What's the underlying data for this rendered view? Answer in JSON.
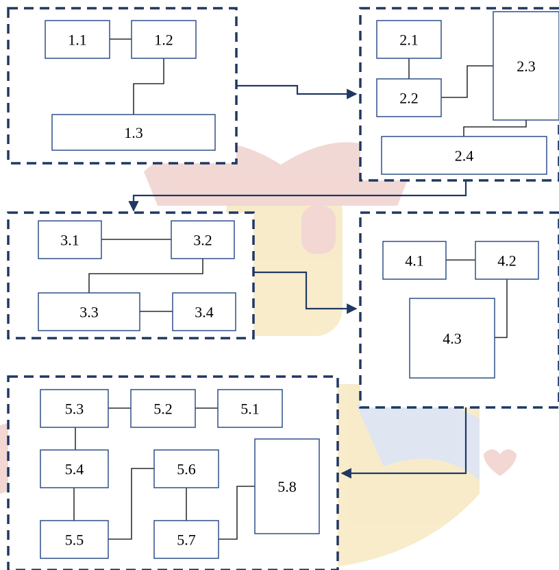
{
  "colors": {
    "panel_border": "#1f3864",
    "connector": "#1f3864",
    "box_border": "#2e4f88",
    "line": "#000000",
    "watermark_red": "#e8b8b0",
    "watermark_gold": "#f2dca0",
    "watermark_blue": "#c6d1e6"
  },
  "watermark": "crest-watermark",
  "groups": [
    {
      "id": "g1",
      "nodes": [
        {
          "id": "n1-1",
          "label": "1.1"
        },
        {
          "id": "n1-2",
          "label": "1.2"
        },
        {
          "id": "n1-3",
          "label": "1.3"
        }
      ]
    },
    {
      "id": "g2",
      "nodes": [
        {
          "id": "n2-1",
          "label": "2.1"
        },
        {
          "id": "n2-2",
          "label": "2.2"
        },
        {
          "id": "n2-3",
          "label": "2.3"
        },
        {
          "id": "n2-4",
          "label": "2.4"
        }
      ]
    },
    {
      "id": "g3",
      "nodes": [
        {
          "id": "n3-1",
          "label": "3.1"
        },
        {
          "id": "n3-2",
          "label": "3.2"
        },
        {
          "id": "n3-3",
          "label": "3.3"
        },
        {
          "id": "n3-4",
          "label": "3.4"
        }
      ]
    },
    {
      "id": "g4",
      "nodes": [
        {
          "id": "n4-1",
          "label": "4.1"
        },
        {
          "id": "n4-2",
          "label": "4.2"
        },
        {
          "id": "n4-3",
          "label": "4.3"
        }
      ]
    },
    {
      "id": "g5",
      "nodes": [
        {
          "id": "n5-3",
          "label": "5.3"
        },
        {
          "id": "n5-2",
          "label": "5.2"
        },
        {
          "id": "n5-1",
          "label": "5.1"
        },
        {
          "id": "n5-4",
          "label": "5.4"
        },
        {
          "id": "n5-6",
          "label": "5.6"
        },
        {
          "id": "n5-8",
          "label": "5.8"
        },
        {
          "id": "n5-5",
          "label": "5.5"
        },
        {
          "id": "n5-7",
          "label": "5.7"
        }
      ]
    }
  ],
  "links": [
    [
      "n1-1",
      "n1-2"
    ],
    [
      "n1-2",
      "n1-3"
    ],
    [
      "n2-1",
      "n2-2"
    ],
    [
      "n2-2",
      "n2-3"
    ],
    [
      "n2-3",
      "n2-4"
    ],
    [
      "n3-1",
      "n3-2"
    ],
    [
      "n3-2",
      "n3-3"
    ],
    [
      "n3-3",
      "n3-4"
    ],
    [
      "n4-1",
      "n4-2"
    ],
    [
      "n4-2",
      "n4-3"
    ],
    [
      "n5-3",
      "n5-2"
    ],
    [
      "n5-2",
      "n5-1"
    ],
    [
      "n5-3",
      "n5-4"
    ],
    [
      "n5-4",
      "n5-5"
    ],
    [
      "n5-5",
      "n5-6"
    ],
    [
      "n5-6",
      "n5-7"
    ],
    [
      "n5-7",
      "n5-8"
    ]
  ],
  "flow": [
    [
      "g1",
      "g2"
    ],
    [
      "g2",
      "g3"
    ],
    [
      "g3",
      "g4"
    ],
    [
      "g4",
      "g5"
    ]
  ]
}
